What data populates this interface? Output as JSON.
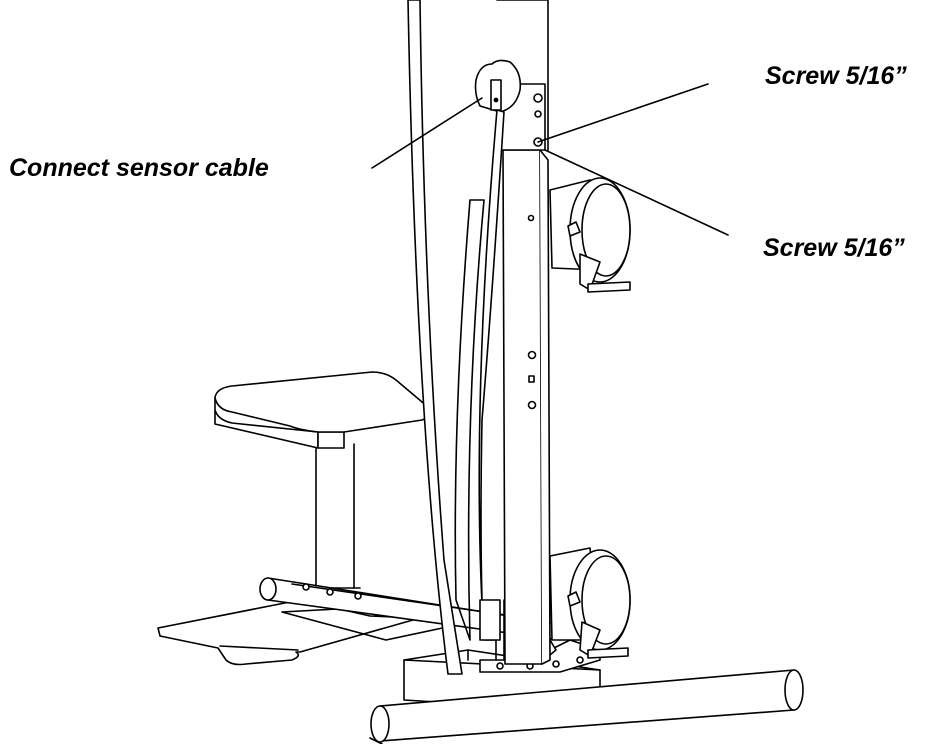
{
  "callouts": {
    "sensor_cable": "Connect sensor cable",
    "screw_upper": "Screw 5/16”",
    "screw_lower": "Screw 5/16”"
  },
  "colors": {
    "line": "#000000",
    "background": "#ffffff"
  }
}
